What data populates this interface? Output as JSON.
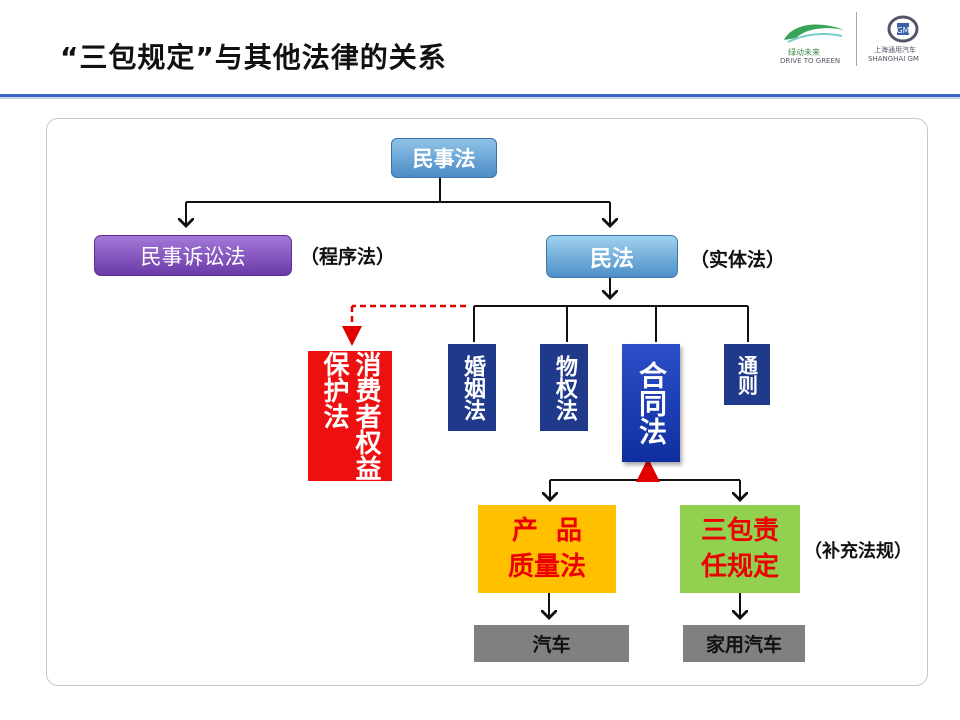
{
  "title": "“三包规定”与其他法律的关系",
  "logos": {
    "left_cn": "绿动未来",
    "left_en": "DRIVE TO GREEN",
    "right_cn": "上海通用汽车",
    "right_en": "SHANGHAI GM"
  },
  "diagram": {
    "root": "民事法",
    "procedural": {
      "label": "民事诉讼法",
      "note": "（程序法）"
    },
    "substantive": {
      "label": "民法",
      "note": "（实体法）"
    },
    "consumer_law": "消费者权益保护法",
    "branches": {
      "marriage": "婚姻法",
      "property": "物权法",
      "contract": "合同法",
      "general": "通则"
    },
    "product_quality": {
      "line1": "产  品",
      "line2": "质量法"
    },
    "three_guarantees": {
      "line1": "三包责",
      "line2": "任规定",
      "note": "（补充法规）"
    },
    "scope": {
      "car": "汽车",
      "family_car": "家用汽车"
    },
    "colors": {
      "header_rule": "#3d66c6",
      "consumer": "#ee1010",
      "branch_blue": "#1f3a8a",
      "quality": "#ffc000",
      "three": "#92d050",
      "scope_gray": "#808080",
      "dashed_arrow": "#e00000"
    }
  }
}
